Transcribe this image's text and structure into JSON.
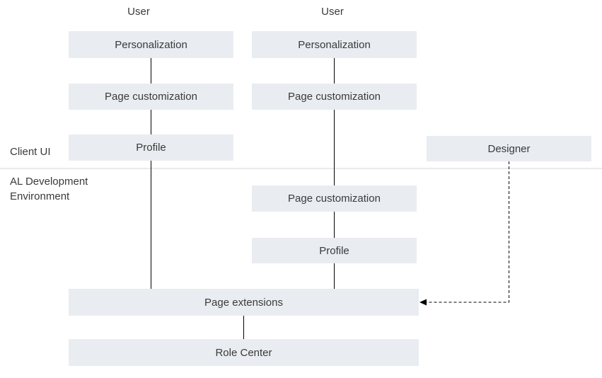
{
  "users": {
    "left": "User",
    "right": "User"
  },
  "sections": {
    "client_ui": "Client UI",
    "al_development_environment": "AL Development Environment"
  },
  "boxes": {
    "left_personalization": "Personalization",
    "left_page_customization": "Page customization",
    "left_profile": "Profile",
    "mid_personalization": "Personalization",
    "mid_page_customization_upper": "Page customization",
    "mid_page_customization_lower": "Page customization",
    "mid_profile": "Profile",
    "designer": "Designer",
    "page_extensions": "Page extensions",
    "role_center": "Role Center"
  },
  "colors": {
    "box_fill": "#e9ecf1",
    "text": "#3a3a3a",
    "connector": "#000000",
    "divider": "#d6d6d6",
    "background": "#ffffff"
  }
}
